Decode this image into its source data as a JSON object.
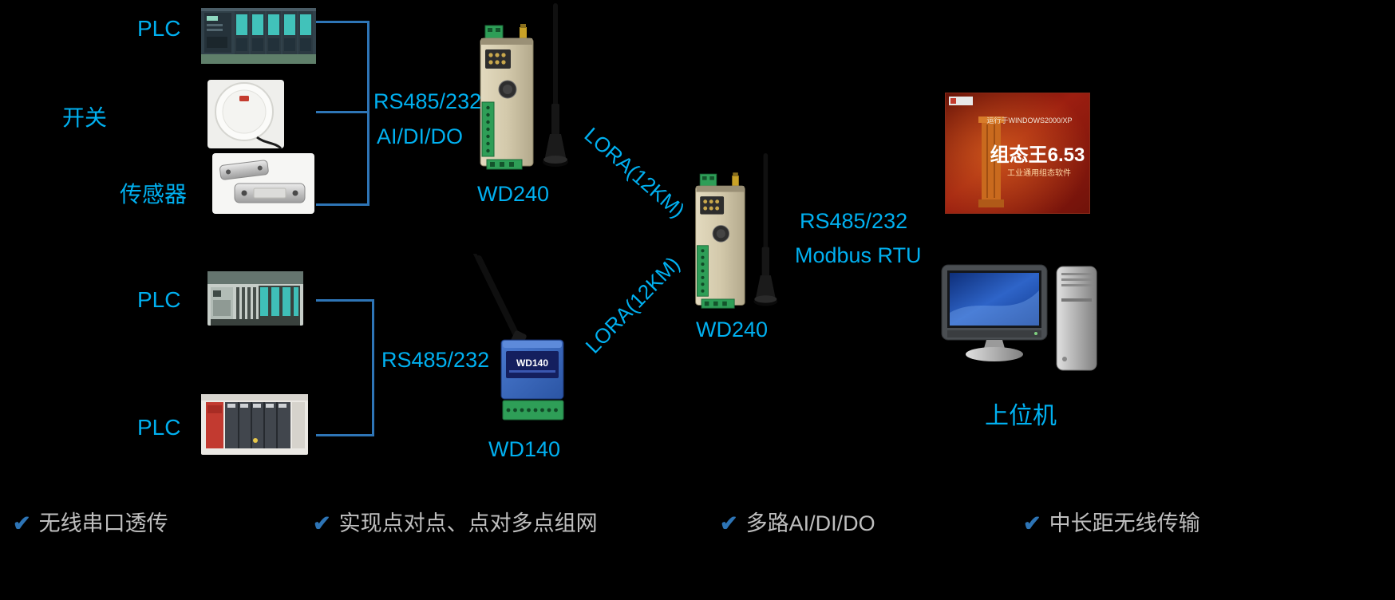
{
  "labels": {
    "plc_top": "PLC",
    "switch": "开关",
    "sensor": "传感器",
    "plc_mid": "PLC",
    "plc_bottom": "PLC",
    "host": "上位机"
  },
  "buses": {
    "top_line1": "RS485/232",
    "top_line2": "AI/DI/DO",
    "bottom_line1": "RS485/232",
    "right_line1": "RS485/232",
    "right_line2": "Modbus RTU"
  },
  "lora": {
    "top": "LORA(12KM)",
    "bottom": "LORA(12KM)"
  },
  "devices": {
    "wd240_top_label": "WD240",
    "wd140_label": "WD140",
    "wd240_right_label": "WD240",
    "wd140_front_text": "WD140"
  },
  "software": {
    "top_note": "运行于WINDOWS2000/XP",
    "title": "组态王6.53",
    "subtitle": "工业通用组态软件"
  },
  "features": [
    {
      "check": "✔",
      "text": "无线串口透传"
    },
    {
      "check": "✔",
      "text": "实现点对点、点对多点组网"
    },
    {
      "check": "✔",
      "text": "多路AI/DI/DO"
    },
    {
      "check": "✔",
      "text": "中长距无线传输"
    }
  ],
  "colors": {
    "background": "#000000",
    "accent_cyan": "#00b0f0",
    "connector_blue": "#2e75b6",
    "check_blue": "#2d74b5",
    "feature_text": "#bfbfbf"
  }
}
